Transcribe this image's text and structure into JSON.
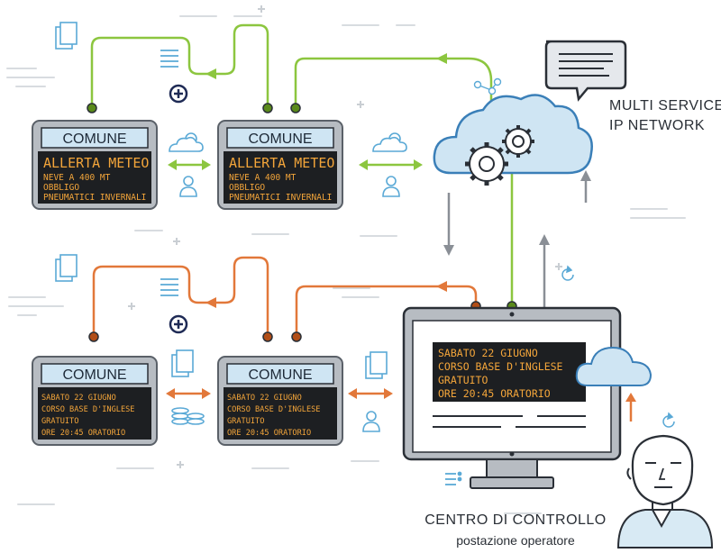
{
  "labels": {
    "network_line1": "MULTI SERVICE",
    "network_line2": "IP NETWORK",
    "control_title": "CENTRO DI CONTROLLO",
    "control_subtitle": "postazione operatore"
  },
  "signs": [
    {
      "header": "COMUNE",
      "line1": "ALLERTA METEO",
      "line2": "NEVE A 400 MT",
      "line3": "OBBLIGO",
      "line4": "PNEUMATICI INVERNALI"
    },
    {
      "header": "COMUNE",
      "line1": "ALLERTA METEO",
      "line2": "NEVE A 400 MT",
      "line3": "OBBLIGO",
      "line4": "PNEUMATICI INVERNALI"
    },
    {
      "header": "COMUNE",
      "line1": "SABATO 22 GIUGNO",
      "line2": "CORSO BASE D'INGLESE",
      "line3": "GRATUITO",
      "line4": "ORE 20:45 ORATORIO"
    },
    {
      "header": "COMUNE",
      "line1": "SABATO 22 GIUGNO",
      "line2": "CORSO BASE D'INGLESE",
      "line3": "GRATUITO",
      "line4": "ORE 20:45 ORATORIO"
    }
  ],
  "monitor": {
    "line1": "SABATO 22 GIUGNO",
    "line2": "CORSO BASE D'INGLESE",
    "line3": "GRATUITO",
    "line4": "ORE 20:45 ORATORIO"
  },
  "colors": {
    "green": "#8cc63f",
    "orange": "#e2783a",
    "blue": "#5aa9d6",
    "cloud": "#cfe5f3",
    "gray": "#8a8f96",
    "dark": "#2a2f36",
    "led_yellow": "#f3a53a",
    "sign_header": "#cfe5f3"
  },
  "icons": [
    "weather-icon",
    "person-icon",
    "document-icon",
    "list-icon",
    "plus-icon",
    "database-icon",
    "gear-icon",
    "speech-bubble-icon",
    "refresh-icon",
    "network-icon"
  ]
}
